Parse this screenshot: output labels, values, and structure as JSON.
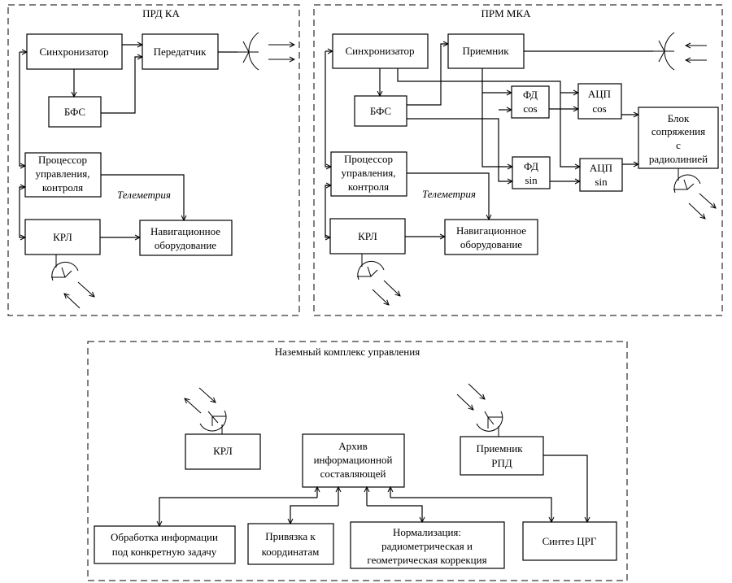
{
  "panels": {
    "prd": {
      "title": "ПРД КА",
      "sync": "Синхронизатор",
      "transmitter": "Передатчик",
      "bfs": "БФС",
      "proc": [
        "Процессор",
        "управления,",
        "контроля"
      ],
      "telemetry": "Телеметрия",
      "krl": "КРЛ",
      "nav": [
        "Навигационное",
        "оборудование"
      ]
    },
    "prm": {
      "title": "ПРМ МКА",
      "sync": "Синхронизатор",
      "receiver": "Приемник",
      "bfs": "БФС",
      "fd_cos": [
        "ФД",
        "cos"
      ],
      "fd_sin": [
        "ФД",
        "sin"
      ],
      "adc_cos": [
        "АЦП",
        "cos"
      ],
      "adc_sin": [
        "АЦП",
        "sin"
      ],
      "interface": [
        "Блок",
        "сопряжения",
        "с",
        "радиолинией"
      ],
      "proc": [
        "Процессор",
        "управления,",
        "контроля"
      ],
      "telemetry": "Телеметрия",
      "krl": "КРЛ",
      "nav": [
        "Навигационное",
        "оборудование"
      ]
    },
    "ground": {
      "title": "Наземный комплекс управления",
      "krl": "КРЛ",
      "archive": [
        "Архив",
        "информационной",
        "составляющей"
      ],
      "receiver": [
        "Приемник",
        "РПД"
      ],
      "processing": [
        "Обработка информации",
        "под конкретную задачу"
      ],
      "binding": [
        "Привязка к",
        "координатам"
      ],
      "normalization": [
        "Нормализация:",
        "радиометрическая и",
        "геометрическая коррекция"
      ],
      "synthesis": "Синтез ЦРГ"
    }
  }
}
